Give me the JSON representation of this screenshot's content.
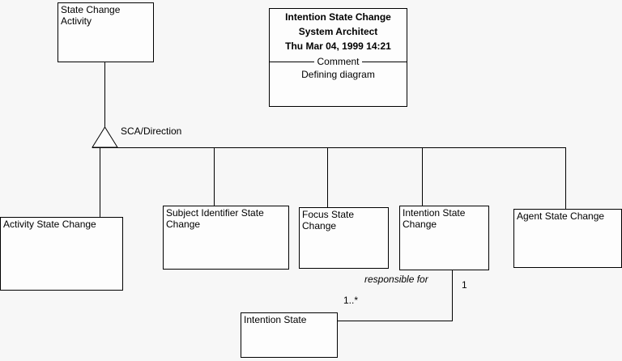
{
  "diagram": {
    "title": "Intention State Change",
    "background_color": "#f7f7f7",
    "line_color": "#000000",
    "box_fill_color": "#fdfdfd"
  },
  "note": {
    "name": "Intention State Change",
    "author": "System Architect",
    "timestamp": "Thu Mar 04, 1999  14:21",
    "separator_label": "Comment",
    "body": "Defining diagram"
  },
  "superclass": {
    "label": "State Change\nActivity"
  },
  "generalization": {
    "label": "SCA/Direction"
  },
  "subclasses": [
    {
      "label": "Activity State Change"
    },
    {
      "label": "Subject Identifier State\nChange"
    },
    {
      "label": "Focus State\nChange"
    },
    {
      "label": "Intention State\nChange"
    },
    {
      "label": "Agent State Change"
    }
  ],
  "association": {
    "label": "responsible for",
    "source_multiplicity": "1",
    "target_multiplicity": "1..*",
    "target": {
      "label": "Intention State"
    }
  }
}
